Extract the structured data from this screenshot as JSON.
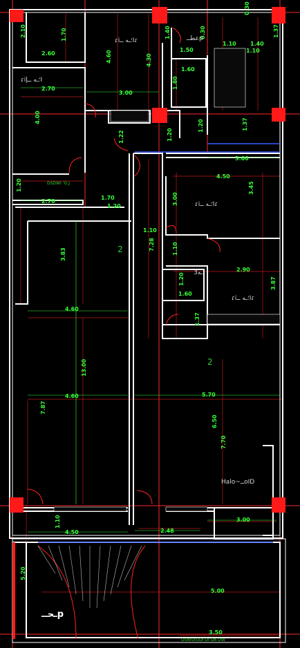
{
  "plan": {
    "dimensions": {
      "d_210": "2.10",
      "d_170": "1.70",
      "d_260": "2.60",
      "d_460a": "4.60",
      "d_430": "4.30",
      "d_140a": "1.40",
      "d_030": "0.30",
      "d_180": "1.80",
      "d_160a": "1.60",
      "d_160b": "1.60",
      "d_150": "1.50",
      "d_110a": "1.10",
      "d_140b": "1.40",
      "d_110b": "1.10",
      "d_270a": "2.70",
      "d_300a": "3.00",
      "d_400": "4.00",
      "d_122": "1.22",
      "d_120a": "1.20",
      "d_120b": "1.20",
      "d_137a": "1.37",
      "d_300b": "3.00",
      "d_120c": "1.20",
      "d_270b": "2.70",
      "d_170b": "1.70",
      "d_120d": "1.20",
      "d_450": "4.50",
      "d_300c": "3.00",
      "d_345": "3.45",
      "d_110c": "1.10",
      "d_728": "7.28",
      "d_383": "3.83",
      "d_110d": "1.10",
      "d_290": "2.90",
      "d_120e": "1.20",
      "d_160c": "1.60",
      "d_387": "3.87",
      "d_460b": "4.60",
      "d_137b": "1.37",
      "d_1300": "13.00",
      "d_460c": "4.60",
      "d_570": "5.70",
      "d_787": "7.87",
      "d_650": "6.50",
      "d_770": "7.70",
      "d_110e": "1.10",
      "d_450b": "4.50",
      "d_248": "2.48",
      "d_300d": "3.00",
      "d_520": "5.20",
      "d_500": "5.00",
      "d_350": "3.50"
    },
    "room_labels": {
      "bedroom_tl": "ɾi؛ـه ــإI",
      "bedroom_mid_l": "ɾi؛ـه ــIɾ",
      "bedroom_top": "ɾi؛ـه ــIɾ",
      "bedroom_r1": "ɾi؛ـه ــIɾ",
      "bedroom_r2": "ɾi؛ـه ــIɾ",
      "kitchen": "عطــp",
      "bath": "3ـه",
      "hall": "Halo~ــoID",
      "garden": "ـحــp",
      "unit_2a": "2",
      "unit_2b": "2",
      "balcony_note": "DSDWI ‘G.J",
      "footer_note": "DSWUISIDI DI DA DW"
    }
  }
}
